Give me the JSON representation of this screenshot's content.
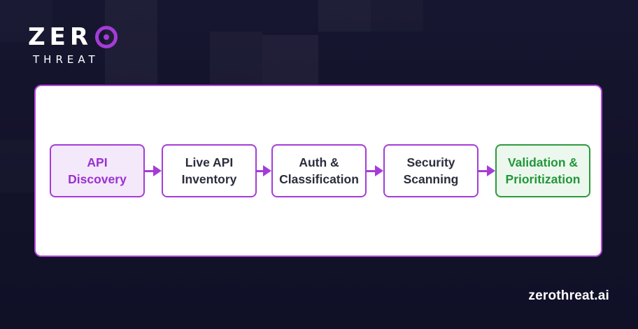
{
  "brand": {
    "word": "ZER",
    "subword": "THREAT",
    "accent": "#a43cd8"
  },
  "flow": {
    "steps": [
      {
        "label": "API\nDiscovery"
      },
      {
        "label": "Live API\nInventory"
      },
      {
        "label": "Auth &\nClassification"
      },
      {
        "label": "Security\nScanning"
      },
      {
        "label": "Validation &\nPrioritization"
      }
    ],
    "colors": {
      "primary": "#a43cd8",
      "success": "#23963a",
      "text": "#2b2d3c"
    }
  },
  "footer": {
    "domain": "zerothreat.ai"
  }
}
